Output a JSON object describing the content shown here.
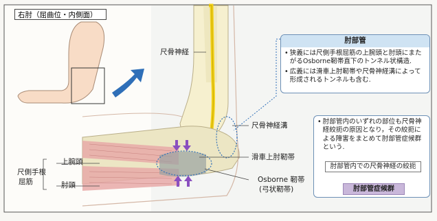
{
  "header": {
    "title": "右肘（屈曲位・内側面）"
  },
  "labels": {
    "ulnar_nerve": "尺骨神経",
    "ulnar_groove": "尺骨神経溝",
    "trochlear_ligament": "滑車上肘靭帯",
    "osborne_line1": "Osborne 靭帯",
    "osborne_line2": "(弓状靭帯)",
    "fcu_muscle_line1": "尺側手根",
    "fcu_muscle_line2": "屈筋",
    "humeral_head": "上腕頭",
    "ulnar_head": "肘頭"
  },
  "info_box": {
    "title": "肘部管",
    "bullets": [
      "狭義には尺側手根屈筋の上腕頭と肘頭にまたがるOsborne靭帯直下のトンネル状構造.",
      "広義には滑車上肘靭帯や尺骨神経溝によって形成されるトンネルも含む."
    ]
  },
  "syndrome_box": {
    "bullet": "肘部管内のいずれの部位も尺骨神経絞扼の原因となり，その絞扼による障害をまとめて肘部管症候群という.",
    "compression": "肘部管内での尺骨神経の絞扼",
    "result": "肘部管症候群"
  },
  "colors": {
    "info_title_bg": "#cfe3f3",
    "result_bg": "#c9b7da",
    "nerve": "#f2d21c",
    "muscle": "#e8a9a8",
    "arrow": "#2f6fb8",
    "highlight": "#8a4fbf"
  }
}
